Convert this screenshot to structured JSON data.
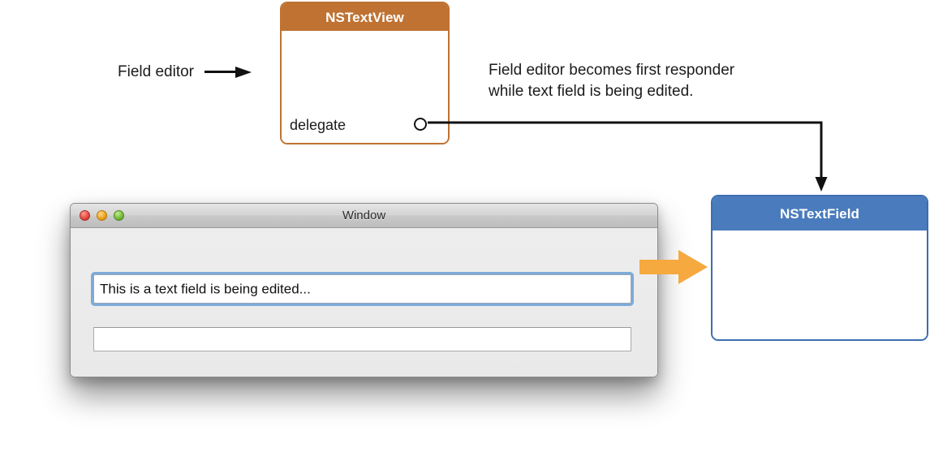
{
  "diagram": {
    "title_context": "Cocoa field editor relationship diagram",
    "annotation": {
      "label": "Field editor",
      "arrow_icon": "arrow-right-icon"
    },
    "caption": {
      "line1": "Field editor becomes first responder",
      "line2": "while text field is being edited."
    },
    "text_view_box": {
      "class_name": "NSTextView",
      "outlet_label": "delegate",
      "socket_icon": "outlet-socket-icon",
      "header_color": "#bf7232",
      "border_color": "#bf7232"
    },
    "text_field_box": {
      "class_name": "NSTextField",
      "header_color": "#4a7cbd",
      "border_color": "#3d6eb0"
    },
    "connector": {
      "name": "delegate-connection",
      "color": "#111111",
      "arrowhead_icon": "arrow-down-icon"
    },
    "fat_arrow": {
      "name": "field-editor-to-textfield-arrow",
      "color": "#f5a93f",
      "icon": "thick-arrow-right-icon"
    }
  },
  "window": {
    "title": "Window",
    "traffic_lights": [
      {
        "name": "close",
        "color": "#ef6459"
      },
      {
        "name": "minimize",
        "color": "#f5b63c"
      },
      {
        "name": "zoom",
        "color": "#8fcb54"
      }
    ],
    "fields": [
      {
        "name": "focused-text-field",
        "value": "This is a text field is being edited...",
        "placeholder": "",
        "focused": true
      },
      {
        "name": "secondary-text-field",
        "value": "",
        "placeholder": "",
        "focused": false
      }
    ],
    "focus_ring_color": "#6aa0d6"
  }
}
